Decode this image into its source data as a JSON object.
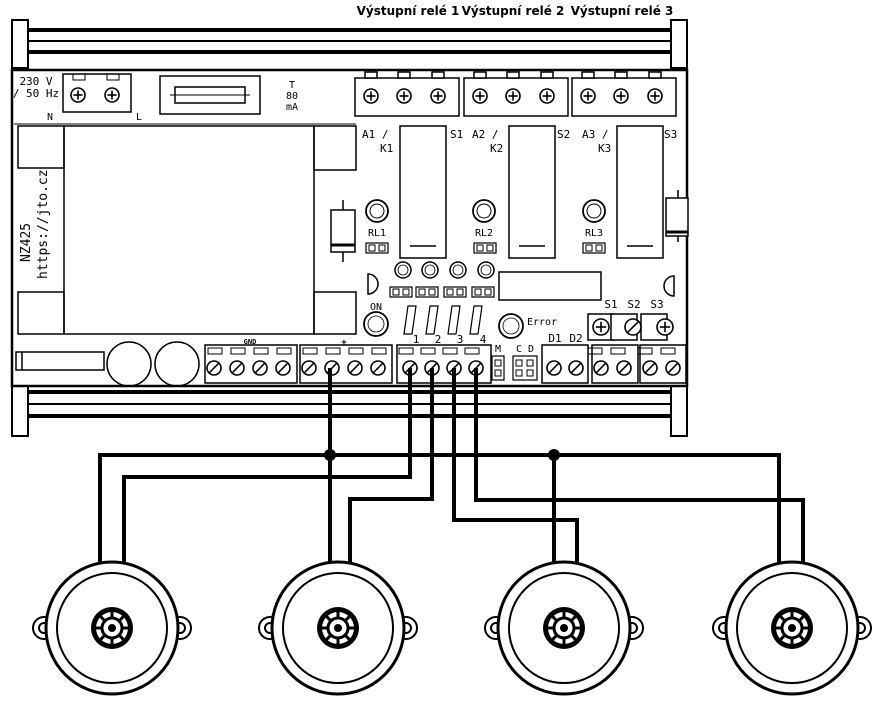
{
  "relay_headers": [
    "Výstupní relé 1",
    "Výstupní relé 2",
    "Výstupní relé 3"
  ],
  "power": {
    "voltage": "230 V",
    "frequency": "/ 50 Hz",
    "n": "N",
    "l": "L"
  },
  "fuse": {
    "t": "T",
    "value": "80",
    "unit": "mA"
  },
  "brand": {
    "model": "NZ425",
    "url": "https://jto.cz"
  },
  "relays": [
    {
      "a": "A1 /",
      "k": "K1",
      "s": "S1",
      "rl": "RL1"
    },
    {
      "a": "A2 /",
      "k": "K2",
      "s": "S2",
      "rl": "RL2"
    },
    {
      "a": "A3 /",
      "k": "K3",
      "s": "S3",
      "rl": "RL3"
    }
  ],
  "indicators": {
    "on": "ON",
    "error": "Error"
  },
  "switch_labels": [
    "S1",
    "S2",
    "S3"
  ],
  "terminal_labels": {
    "gnd": "GND",
    "plus": "+",
    "inputs": [
      "1",
      "2",
      "3",
      "4"
    ],
    "m": "M",
    "c": "C",
    "d": "D",
    "d1": "D1",
    "d2": "D2"
  },
  "colors": {
    "line": "#000000",
    "background": "#ffffff",
    "pad_grey": "#d9d9d9"
  }
}
